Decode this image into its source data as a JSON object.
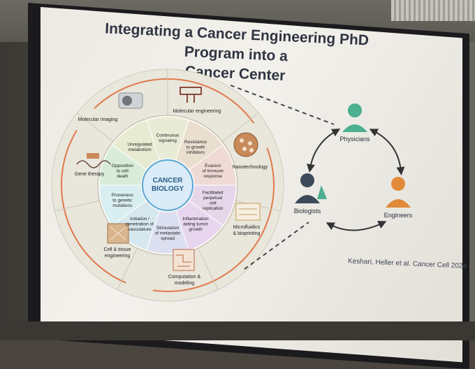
{
  "slide": {
    "title_line1": "Integrating a Cancer Engineering PhD Program into a",
    "title_line2": "Cancer Center",
    "citation": "Keshari, Heller et al. Cancer Cell 2024"
  },
  "wheel": {
    "center_line1": "CANCER",
    "center_line2": "BIOLOGY",
    "outer_labels": [
      "Molecular imaging",
      "Molecular engineering",
      "Nanotechnology",
      "Microfluidics",
      "& bioprinting",
      "Computation &",
      "modeling",
      "Cell & tissue",
      "engineering",
      "Gene therapy"
    ],
    "inner_labels": [
      [
        "Continuous",
        "signaling"
      ],
      [
        "Resistance",
        "to growth",
        "inhibitors"
      ],
      [
        "Evasion",
        "of immune",
        "response"
      ],
      [
        "Facilitated",
        "perpetual",
        "cell",
        "replication"
      ],
      [
        "Inflammation",
        "aiding tumor",
        "growth"
      ],
      [
        "Stimulation",
        "of metastatic",
        "spread"
      ],
      [
        "Initiation /",
        "penetration of",
        "vasculature"
      ],
      [
        "Proneness",
        "to genetic",
        "mutations"
      ],
      [
        "Opposition",
        "to cell",
        "death"
      ],
      [
        "Unregulated",
        "metabolism"
      ]
    ]
  },
  "network": {
    "nodes": [
      "Physicians",
      "Biologists",
      "Engineers"
    ]
  },
  "colors": {
    "title": "#2f3542",
    "arc": "#e07a4a",
    "node": "#4caf8f",
    "engineer": "#e08a3a",
    "center": "#5aa6d6"
  }
}
